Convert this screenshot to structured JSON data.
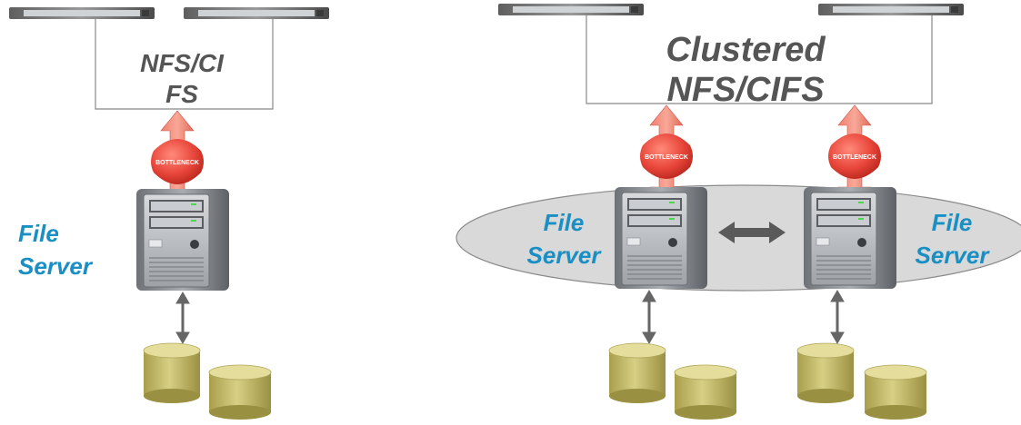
{
  "left": {
    "protocol_line1": "NFS/CI",
    "protocol_line2": "FS",
    "server_line1": "File",
    "server_line2": "Server",
    "bottleneck": "BOTTLENECK"
  },
  "right": {
    "protocol_line1": "Clustered",
    "protocol_line2": "NFS/CIFS",
    "server_a_line1": "File",
    "server_a_line2": "Server",
    "server_b_line1": "File",
    "server_b_line2": "Server",
    "bottleneck_a": "BOTTLENECK",
    "bottleneck_b": "BOTTLENECK"
  },
  "colors": {
    "label_blue": "#1a8fc4",
    "label_gray": "#555555",
    "bottleneck_red": "#e8463a",
    "cluster_fill": "#d9d9d9",
    "disk_fill": "#c8bf6a"
  }
}
